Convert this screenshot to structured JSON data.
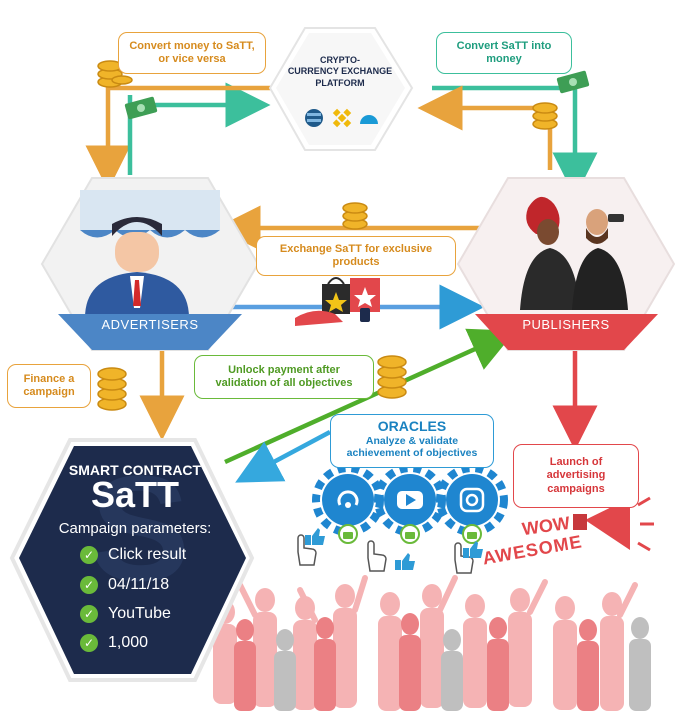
{
  "exchange": {
    "title_lines": [
      "CRYPTO-",
      "CURRENCY EXCHANGE",
      "PLATFORM"
    ]
  },
  "labels": {
    "convert_money": "Convert money to SaTT, or vice versa",
    "convert_satt": "Convert SaTT into money",
    "exchange_products": "Exchange SaTT for exclusive products",
    "finance": "Finance a campaign",
    "unlock": "Unlock payment after validation of all objectives",
    "launch": "Launch of advertising campaigns"
  },
  "advertisers": {
    "label": "ADVERTISERS"
  },
  "publishers": {
    "label": "PUBLISHERS"
  },
  "oracles": {
    "title": "ORACLES",
    "subtitle": "Analyze & validate achievement of objectives"
  },
  "smart_contract": {
    "heading": "SMART CONTRACT",
    "brand": "SaTT",
    "params_label": "Campaign parameters:",
    "items": [
      "Click result",
      "04/11/18",
      "YouTube",
      "1,000"
    ]
  },
  "wow": {
    "wow": "WOW",
    "awesome": "AWESOME"
  },
  "colors": {
    "orange": "#e8a33d",
    "teal": "#3cbf9c",
    "green": "#6aba3a",
    "red": "#e2474b",
    "blue": "#2e9bd6",
    "navy": "#1d2b4c",
    "steel": "#4c86c6"
  }
}
